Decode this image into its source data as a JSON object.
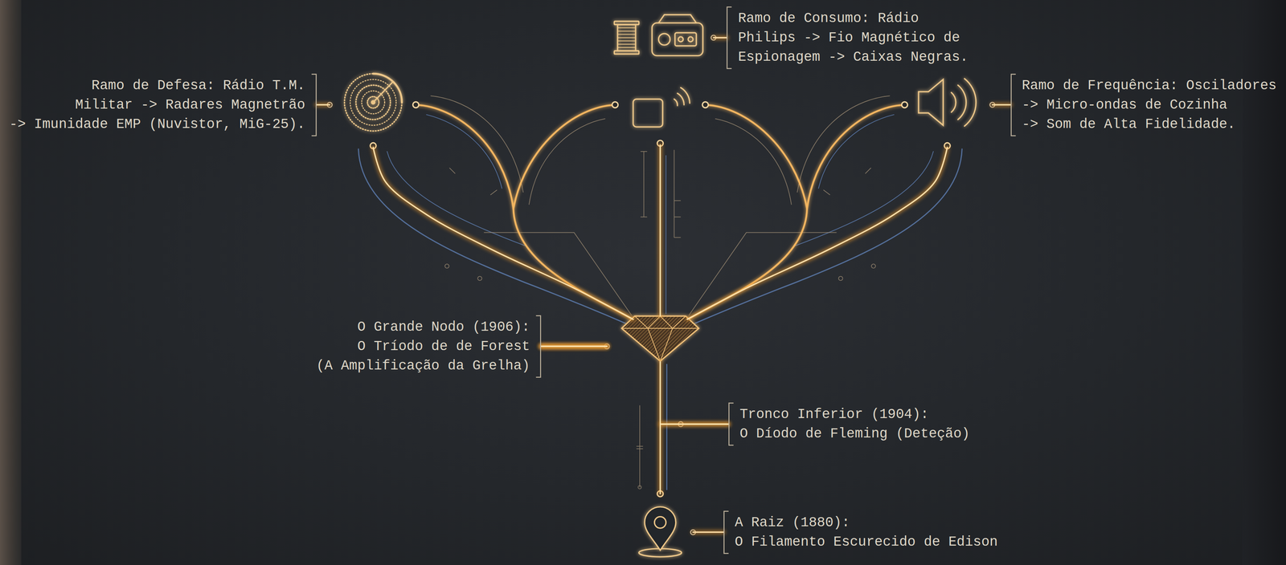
{
  "diagram": {
    "nodes": [
      {
        "text": [
          "Ramo de Consumo: Rádio Philips -> Fio Magnético de Espionagem -> Caixas Negras."
        ]
      },
      {
        "text": [
          "Ramo de Defesa: Rádio T.M. Militar -> Radares Magnetrão -> Imunidade EMP (Nuvistor, MiG-25)."
        ]
      },
      {
        "text": [
          "Ramo de Frequência: Osciladores -> Micro-ondas de Cozinha -> Som de Alta Fidelidade."
        ]
      },
      {
        "text": [
          "O Grande Nodo (1906):",
          "O Tríodo de de Forest (A Amplificação da Grelha)"
        ]
      },
      {
        "text": [
          "Tronco Inferior (1904):",
          "O Díodo de Fleming (Deteção)"
        ]
      },
      {
        "text": [
          "A Raiz (1880):",
          "O Filamento Escurecido de Edison"
        ]
      }
    ],
    "edges": [
      {
        "from": 5,
        "to": 4,
        "arrow": "none"
      },
      {
        "from": 4,
        "to": 3,
        "arrow": "none"
      },
      {
        "from": 3,
        "to": 1,
        "arrow": "none"
      },
      {
        "from": 3,
        "to": 0,
        "arrow": "none"
      },
      {
        "from": 3,
        "to": 2,
        "arrow": "none"
      }
    ]
  }
}
